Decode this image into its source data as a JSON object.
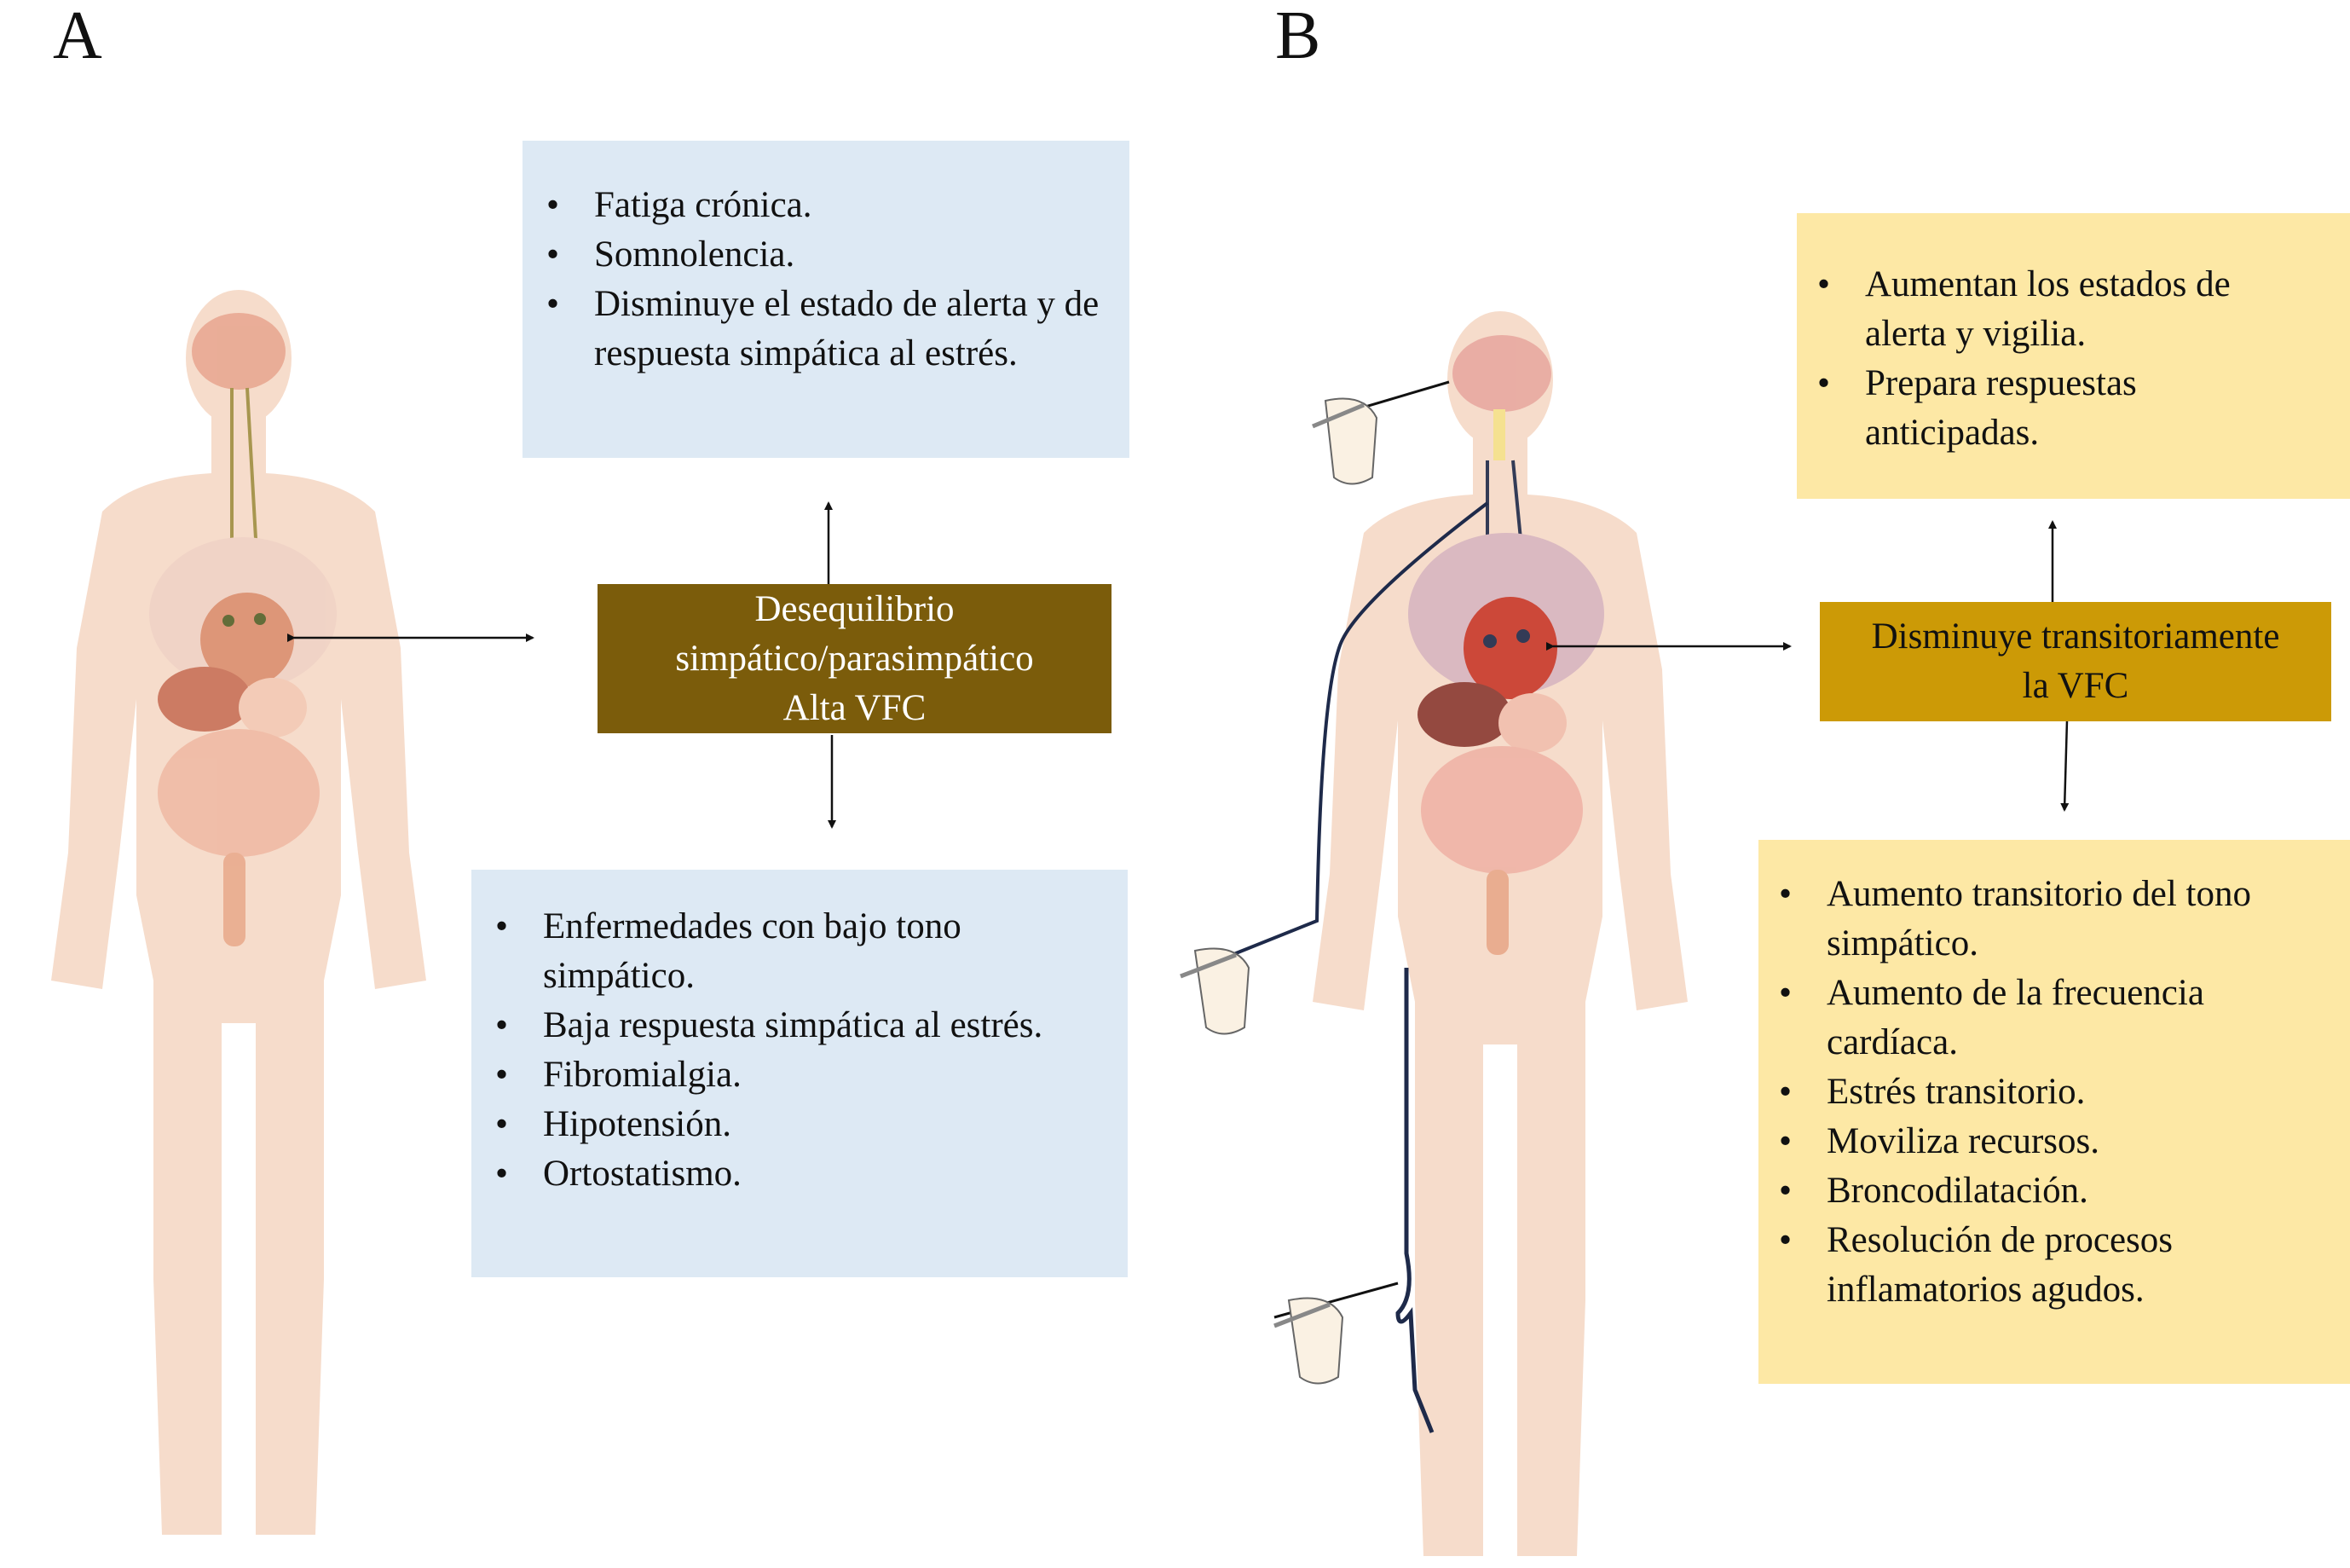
{
  "panels": {
    "a": {
      "letter": "A",
      "top_list": [
        "Fatiga crónica.",
        "Somnolencia.",
        "Disminuye el estado de alerta y de respuesta simpática al estrés."
      ],
      "center_lines": [
        "Desequilibrio",
        "simpático/parasimpático",
        "Alta VFC"
      ],
      "bottom_list": [
        "Enfermedades con bajo tono simpático.",
        "Baja respuesta simpática al estrés.",
        "Fibromialgia.",
        "Hipotensión.",
        "Ortostatismo."
      ]
    },
    "b": {
      "letter": "B",
      "top_list": [
        "Aumentan los estados de alerta y vigilia.",
        "Prepara respuestas anticipadas."
      ],
      "center_lines": [
        "Disminuye transitoriamente",
        "la VFC"
      ],
      "bottom_list": [
        "Aumento transitorio del tono simpático.",
        "Aumento de la frecuencia cardíaca.",
        "Estrés transitorio.",
        "Moviliza recursos.",
        "Broncodilatación.",
        "Resolución de procesos inflamatorios agudos."
      ]
    }
  },
  "colors": {
    "blue_box": "#dde9f4",
    "yellow_box": "#fde8a5",
    "center_a": "#7b5c0b",
    "center_b": "#cc9a06",
    "body_silhouette": "#f6dccb",
    "nerve_line": "#1e2a4a"
  }
}
